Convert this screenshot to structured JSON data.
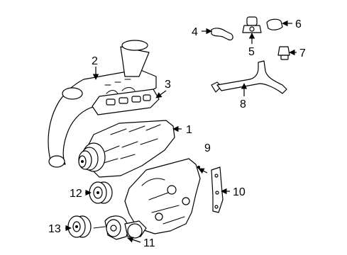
{
  "callouts": [
    "1",
    "2",
    "3",
    "4",
    "5",
    "6",
    "7",
    "8",
    "9",
    "10",
    "11",
    "12",
    "13"
  ]
}
